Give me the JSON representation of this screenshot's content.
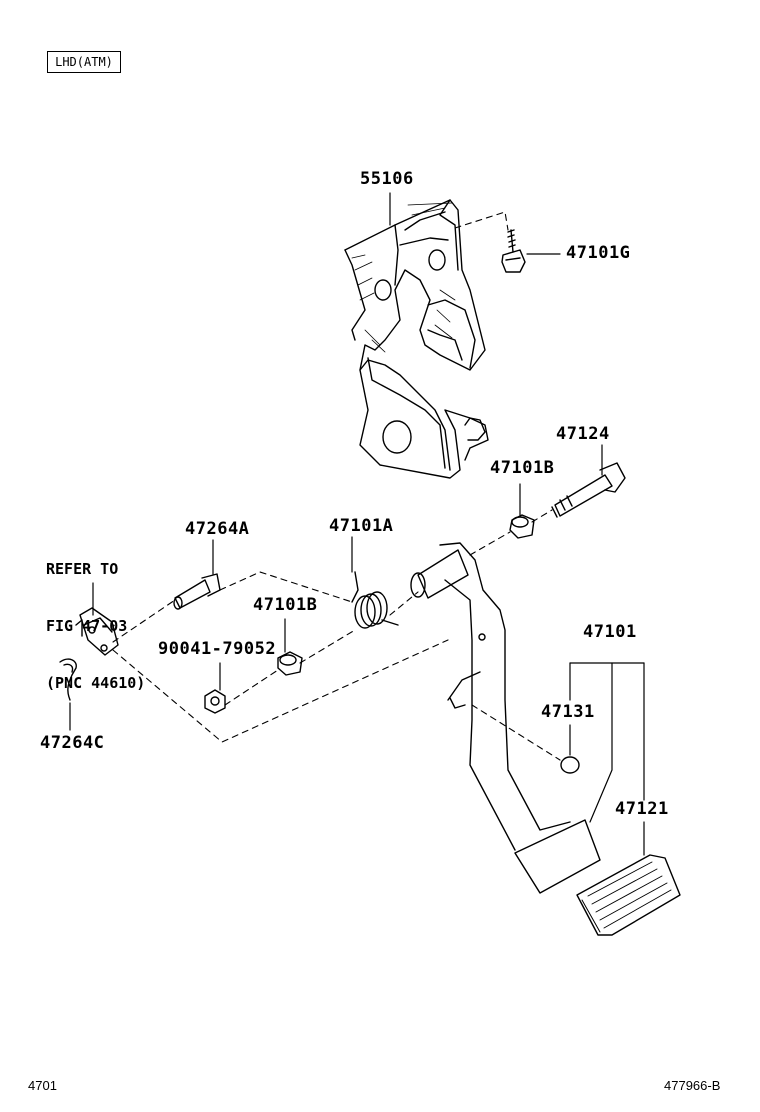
{
  "variant_badge": "LHD(ATM)",
  "refer_note": {
    "line1": "REFER TO",
    "line2": "FIG 47-03",
    "line3": "(PNC 44610)"
  },
  "parts": {
    "bracket": "55106",
    "bolt_g": "47101G",
    "pin_47124": "47124",
    "bushing_upper": "47101B",
    "pin_47264a": "47264A",
    "spring": "47101A",
    "bushing_lower": "47101B",
    "nut": "90041-79052",
    "clip": "47264C",
    "pedal_assy": "47101",
    "stopper": "47131",
    "pad": "47121"
  },
  "footer": {
    "left": "4701",
    "right": "477966-B"
  }
}
